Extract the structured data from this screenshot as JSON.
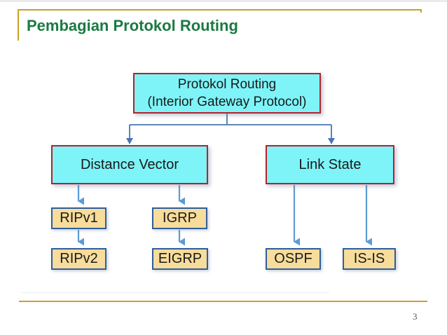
{
  "slide": {
    "title": "Pembagian Protokol Routing",
    "page_number": "3"
  },
  "diagram": {
    "nodes": {
      "root_line1": "Protokol Routing",
      "root_line2": "(Interior Gateway Protocol)",
      "distance_vector": "Distance Vector",
      "link_state": "Link State",
      "ripv1": "RIPv1",
      "igrp": "IGRP",
      "ripv2": "RIPv2",
      "eigrp": "EIGRP",
      "ospf": "OSPF",
      "isis": "IS-IS"
    },
    "hierarchy": {
      "root": "Protokol Routing (Interior Gateway Protocol)",
      "children": [
        {
          "label": "Distance Vector",
          "children": [
            "RIPv1",
            "IGRP",
            "RIPv2",
            "EIGRP"
          ]
        },
        {
          "label": "Link State",
          "children": [
            "OSPF",
            "IS-IS"
          ]
        }
      ]
    }
  },
  "colors": {
    "title_green": "#1B7A42",
    "accent_gold": "#C9A227",
    "node_cyan_fill": "#7EF4F8",
    "node_red_border": "#B52226",
    "node_tan_fill": "#F7DC9B",
    "node_blue_border": "#2F5E9B",
    "tree_connector_blue": "#4677B4",
    "arrow_blue": "#5B9BD5",
    "page_number_gray": "#595959"
  }
}
